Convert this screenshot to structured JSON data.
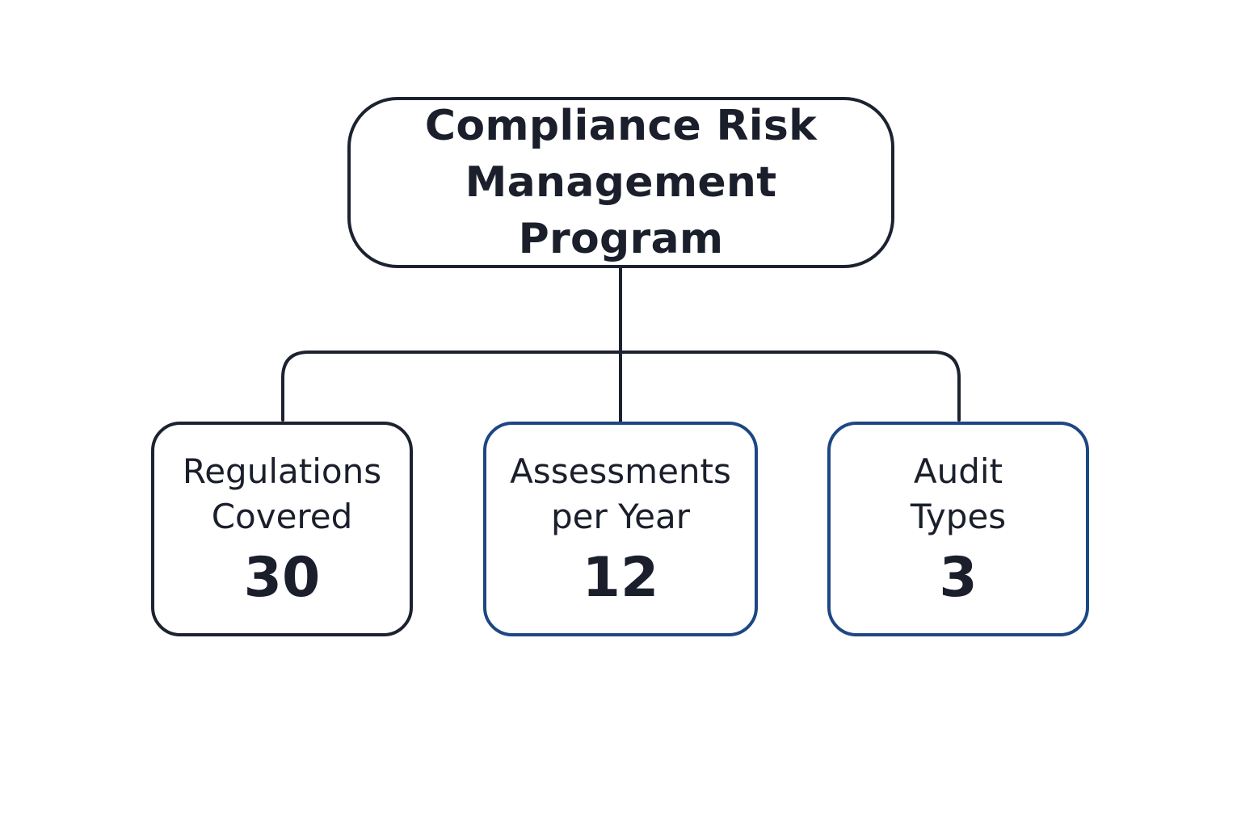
{
  "diagram": {
    "root": {
      "title_line1": "Compliance Risk",
      "title_line2": "Management Program"
    },
    "children": [
      {
        "label_line1": "Regulations",
        "label_line2": "Covered",
        "value": "30",
        "border_color": "#1c2230"
      },
      {
        "label_line1": "Assessments",
        "label_line2": "per Year",
        "value": "12",
        "border_color": "#1d4784"
      },
      {
        "label_line1": "Audit",
        "label_line2": "Types",
        "value": "3",
        "border_color": "#1d4784"
      }
    ],
    "colors": {
      "line": "#1c2230",
      "text": "#1a1f2b",
      "accent": "#1d4784",
      "background": "#ffffff"
    }
  }
}
